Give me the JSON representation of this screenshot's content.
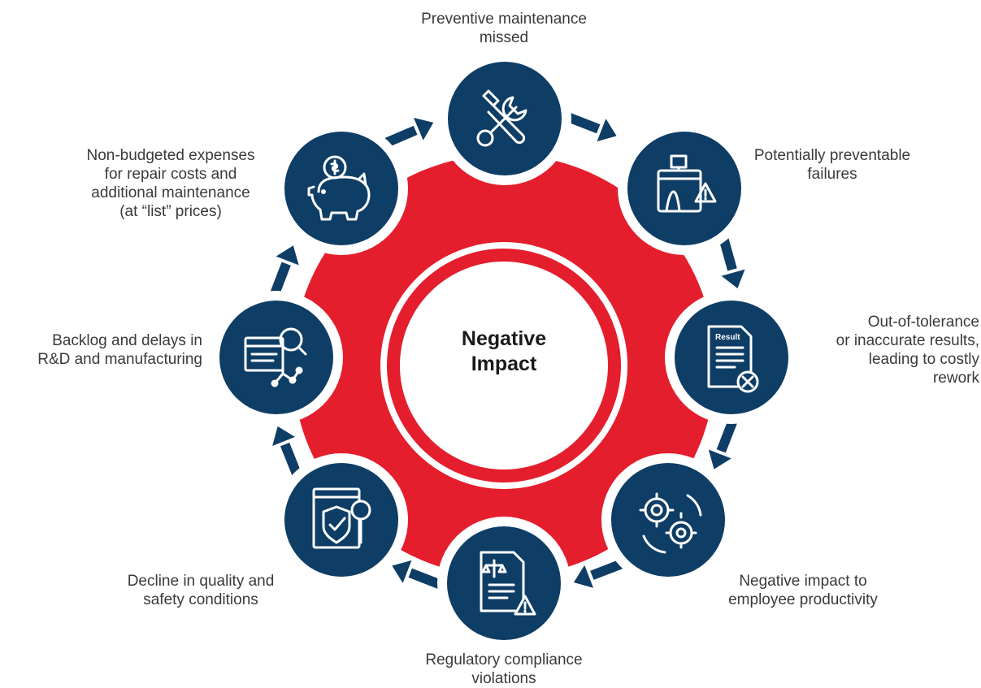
{
  "center": {
    "title": "Negative\nImpact"
  },
  "colors": {
    "ring": "#E41E2D",
    "node": "#0E3D66",
    "icon_stroke": "#ffffff",
    "text": "#3a3a3a"
  },
  "nodes": [
    {
      "label": "Preventive maintenance\nmissed",
      "icon": "tools-icon"
    },
    {
      "label": "Potentially preventable\nfailures",
      "icon": "equipment-warning-icon"
    },
    {
      "label": "Out-of-tolerance\nor inaccurate results,\nleading to costly\nrework",
      "icon": "result-document-icon",
      "icon_text": "Result"
    },
    {
      "label": "Negative impact to\nemployee productivity",
      "icon": "gears-icon"
    },
    {
      "label": "Regulatory compliance\nviolations",
      "icon": "legal-document-warning-icon"
    },
    {
      "label": "Decline in quality and\nsafety conditions",
      "icon": "shield-check-icon"
    },
    {
      "label": "Backlog and delays in\nR&D and manufacturing",
      "icon": "search-analysis-icon"
    },
    {
      "label": "Non-budgeted expenses\nfor repair costs and\nadditional maintenance\n(at “list” prices)",
      "icon": "piggy-bank-icon"
    }
  ]
}
